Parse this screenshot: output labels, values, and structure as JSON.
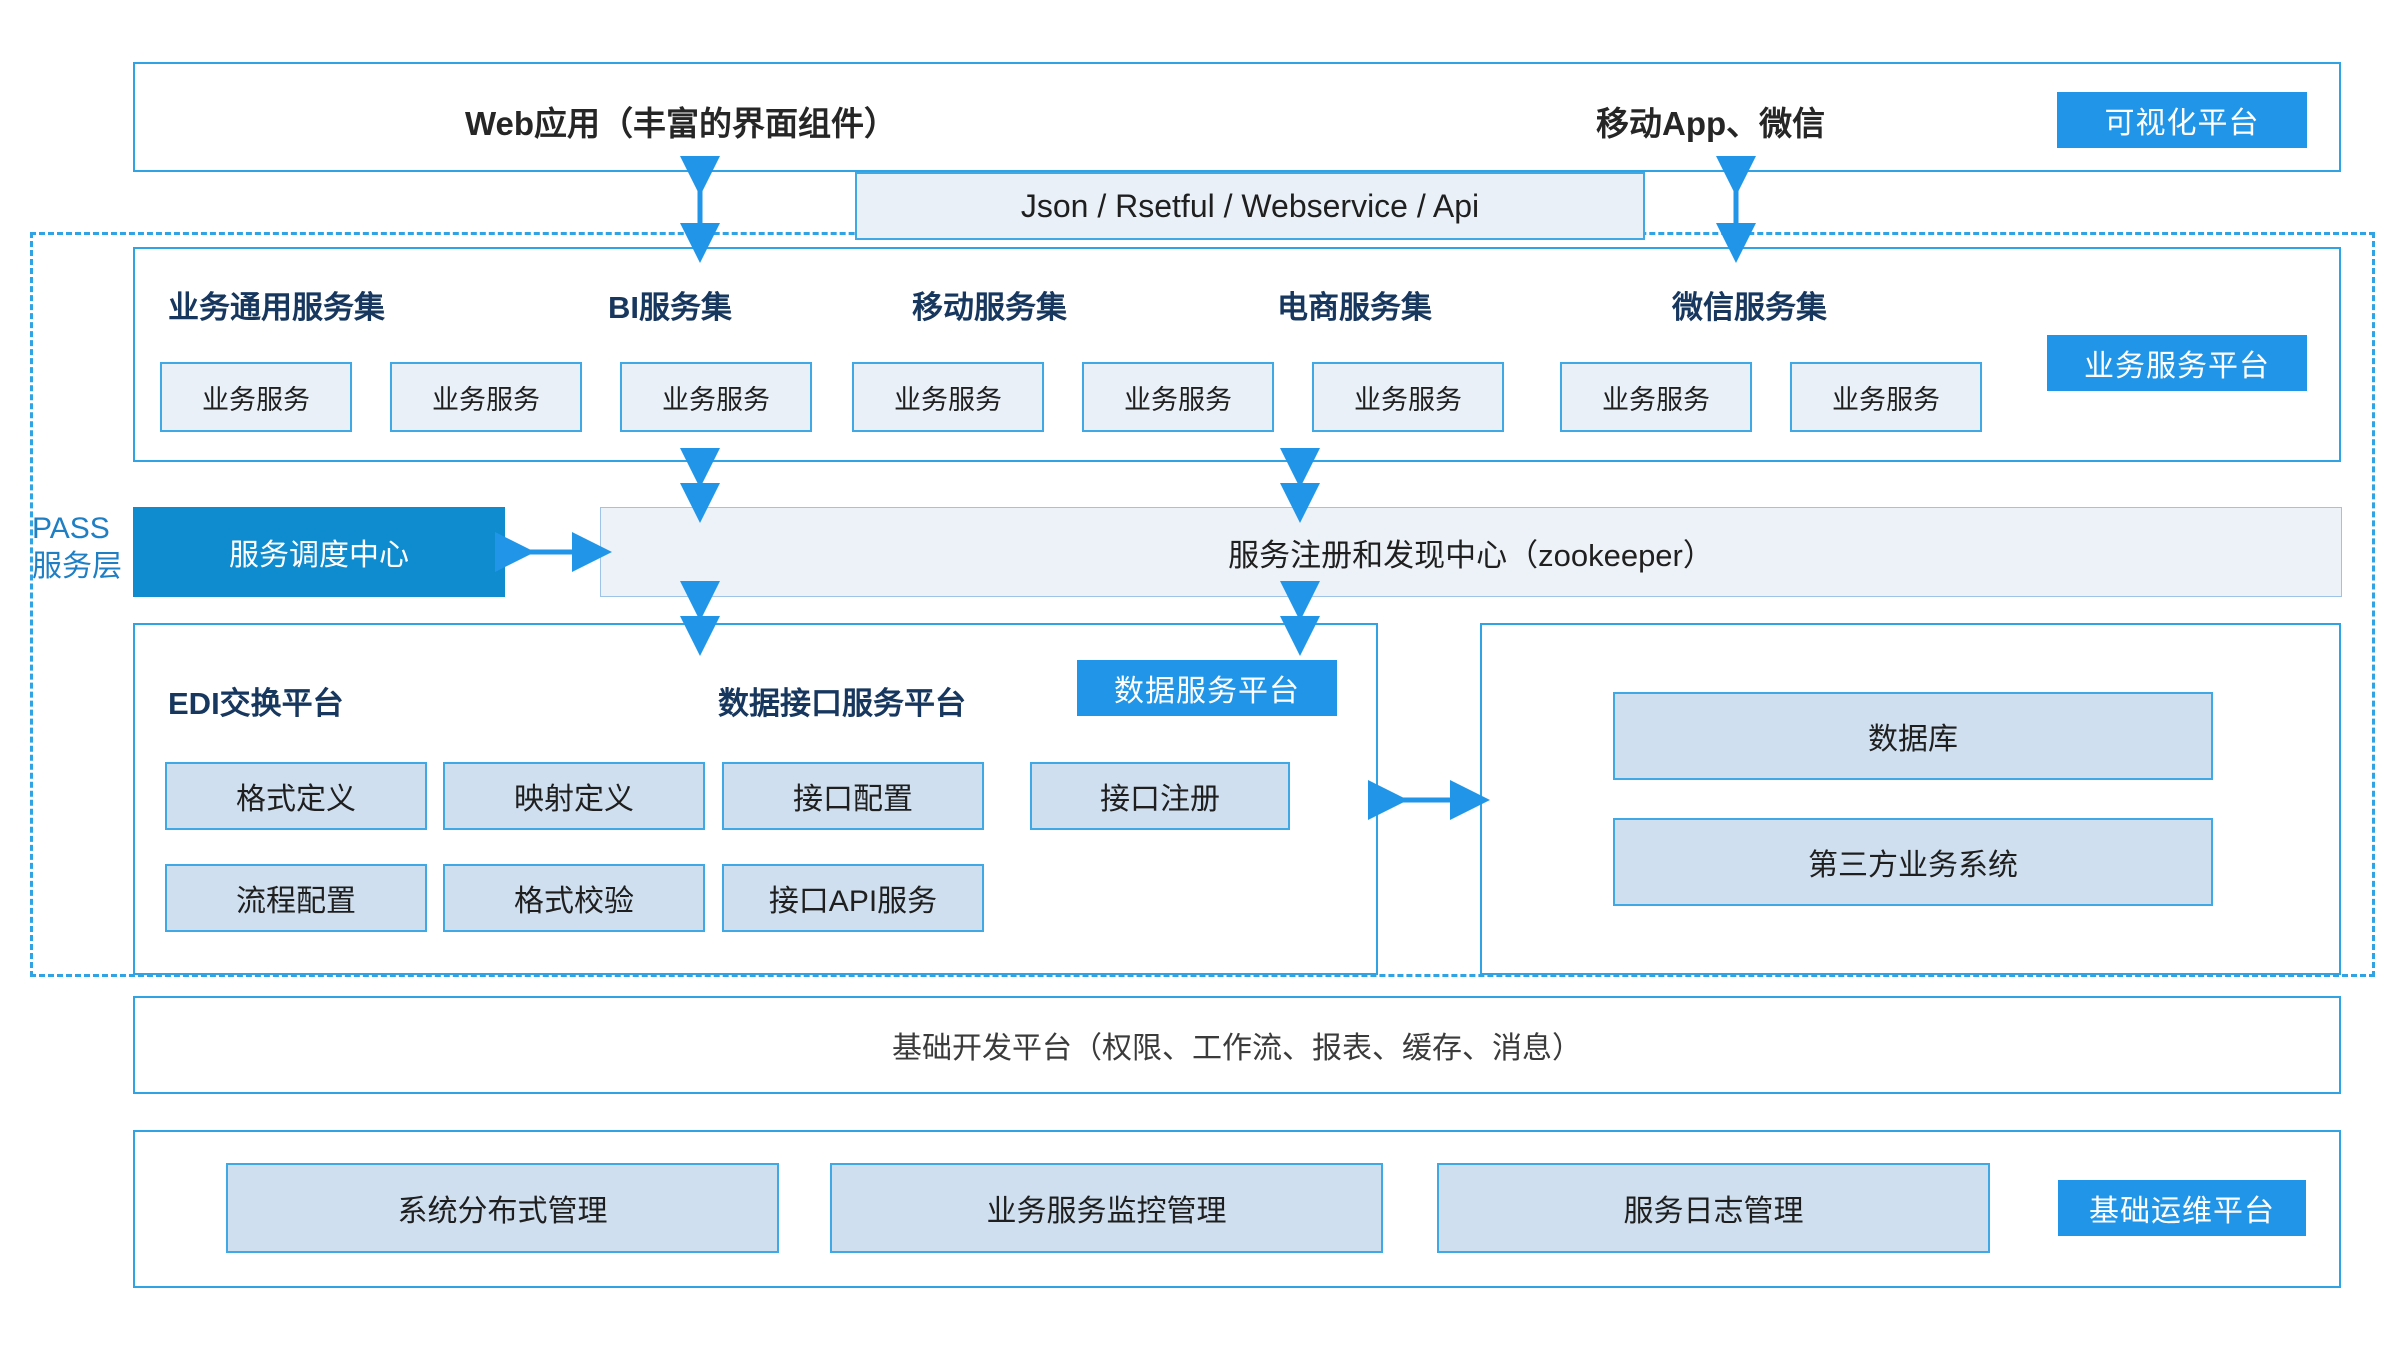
{
  "diagram": {
    "pass_layer_label": "PASS\n服务层",
    "presentation": {
      "web_app": "Web应用（丰富的界面组件）",
      "mobile": "移动App、微信",
      "badge": "可视化平台"
    },
    "api_bar": "Json / Rsetful / Webservice / Api",
    "service_platform": {
      "badge": "业务服务平台",
      "groups": [
        {
          "title": "业务通用服务集",
          "services": [
            "业务服务",
            "业务服务"
          ]
        },
        {
          "title": "BI服务集",
          "services": [
            "业务服务"
          ]
        },
        {
          "title": "移动服务集",
          "services": [
            "业务服务",
            "业务服务"
          ]
        },
        {
          "title": "电商服务集",
          "services": [
            "业务服务"
          ]
        },
        {
          "title": "微信服务集",
          "services": [
            "业务服务",
            "业务服务"
          ]
        }
      ],
      "service_cells": [
        "业务服务",
        "业务服务",
        "业务服务",
        "业务服务",
        "业务服务",
        "业务服务",
        "业务服务",
        "业务服务"
      ]
    },
    "registry_row": {
      "dispatch_center": "服务调度中心",
      "registry": "服务注册和发现中心（zookeeper）"
    },
    "data_layer": {
      "edi_title": "EDI交换平台",
      "interface_title": "数据接口服务平台",
      "badge": "数据服务平台",
      "edi_cells_row1": [
        "格式定义",
        "映射定义"
      ],
      "edi_cells_row2": [
        "流程配置",
        "格式校验"
      ],
      "interface_cells_row1": [
        "接口配置",
        "接口注册"
      ],
      "interface_cells_row2": [
        "接口API服务"
      ],
      "right_panel_cells": [
        "数据库",
        "第三方业务系统"
      ]
    },
    "foundation_bar": "基础开发平台（权限、工作流、报表、缓存、消息）",
    "ops_platform": {
      "badge": "基础运维平台",
      "cells": [
        "系统分布式管理",
        "业务服务监控管理",
        "服务日志管理"
      ]
    },
    "colors": {
      "accent_blue": "#2196e8",
      "border_blue": "#2fa3e3",
      "deep_blue": "#0e8ccf",
      "navy_text": "#17375e",
      "cell_fill": "#e9f0f8",
      "cell_fill_shade": "#cfdfef"
    }
  }
}
